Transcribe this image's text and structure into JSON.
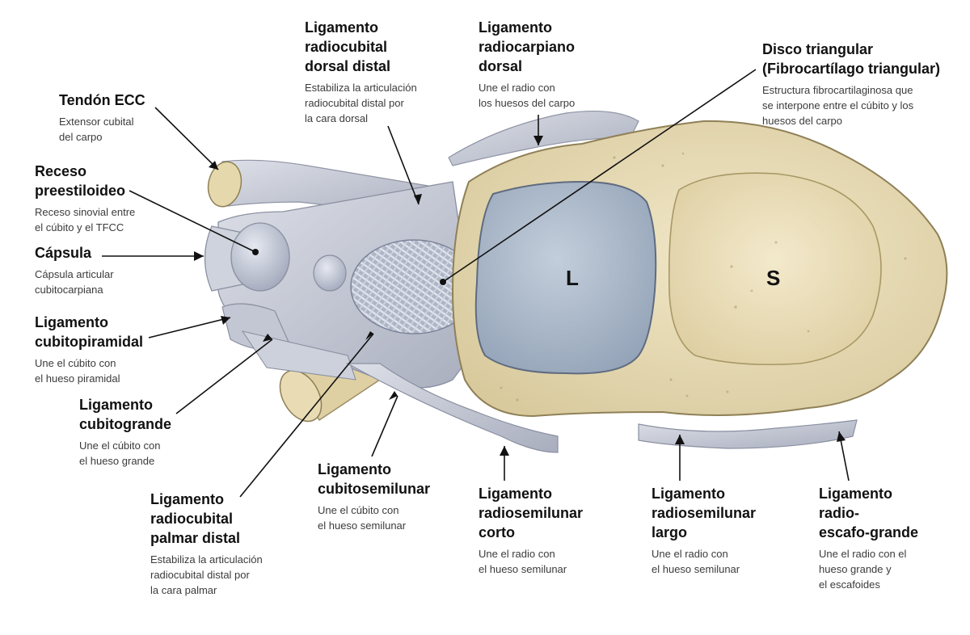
{
  "colors": {
    "bone": "#e8dcb8",
    "bone_dark": "#cdbf94",
    "ligament": "#c8cbd6",
    "ligament_dark": "#9ea3b4",
    "cartilage": "#a9b7c8",
    "leader": "#111111"
  },
  "letters": {
    "lunate": "L",
    "scaphoid": "S"
  },
  "labels": {
    "tendon_ecc": {
      "title": [
        "Tendón ECC"
      ],
      "desc": [
        "Extensor cubital",
        "del carpo"
      ]
    },
    "receso": {
      "title": [
        "Receso",
        "preestiloideo"
      ],
      "desc": [
        "Receso sinovial entre",
        "el cúbito y el TFCC"
      ]
    },
    "capsula": {
      "title": [
        "Cápsula"
      ],
      "desc": [
        "Cápsula articular",
        "cubitocarpiana"
      ]
    },
    "cubitopiramidal": {
      "title": [
        "Ligamento",
        "cubitopiramidal"
      ],
      "desc": [
        "Une el cúbito con",
        "el hueso piramidal"
      ]
    },
    "cubitogrande": {
      "title": [
        "Ligamento",
        "cubitogrande"
      ],
      "desc": [
        "Une el cúbito con",
        "el hueso grande"
      ]
    },
    "radiocubital_palmar": {
      "title": [
        "Ligamento",
        "radiocubital",
        "palmar distal"
      ],
      "desc": [
        "Estabiliza la articulación",
        "radiocubital distal por",
        "la cara palmar"
      ]
    },
    "cubitosemilunar": {
      "title": [
        "Ligamento",
        "cubitosemilunar"
      ],
      "desc": [
        "Une el cúbito con",
        "el hueso semilunar"
      ]
    },
    "radiosemilunar_corto": {
      "title": [
        "Ligamento",
        "radiosemilunar",
        "corto"
      ],
      "desc": [
        "Une el radio con",
        "el hueso semilunar"
      ]
    },
    "radiosemilunar_largo": {
      "title": [
        "Ligamento",
        "radiosemilunar",
        "largo"
      ],
      "desc": [
        "Une el radio con",
        "el hueso semilunar"
      ]
    },
    "radio_escafo_grande": {
      "title": [
        "Ligamento",
        "radio-",
        "escafo-grande"
      ],
      "desc": [
        "Une el radio con el",
        "hueso grande y",
        "el escafoides"
      ]
    },
    "radiocubital_dorsal": {
      "title": [
        "Ligamento",
        "radiocubital",
        "dorsal distal"
      ],
      "desc": [
        "Estabiliza la articulación",
        "radiocubital distal por",
        "la cara dorsal"
      ]
    },
    "radiocarpiano_dorsal": {
      "title": [
        "Ligamento",
        "radiocarpiano",
        "dorsal"
      ],
      "desc": [
        "Une el radio con",
        "los huesos del carpo"
      ]
    },
    "disco_triangular": {
      "title": [
        "Disco triangular",
        "(Fibrocartílago triangular)"
      ],
      "desc": [
        "Estructura fibrocartilaginosa que",
        "se interpone entre el cúbito y los",
        "huesos del carpo"
      ]
    }
  }
}
